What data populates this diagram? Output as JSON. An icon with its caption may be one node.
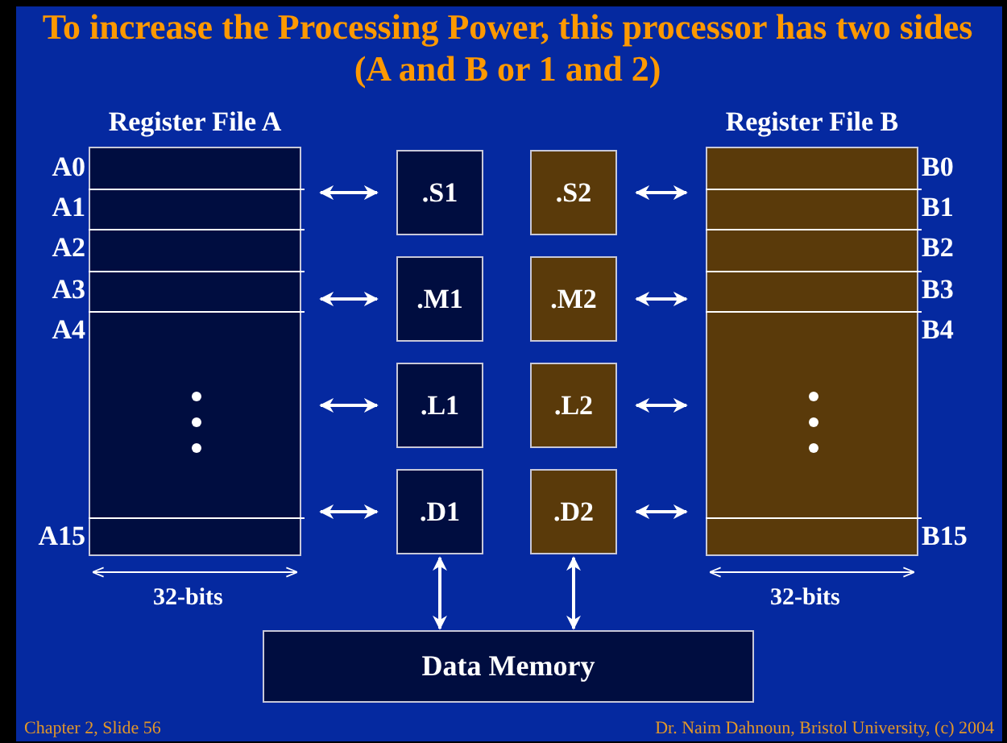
{
  "diagram": {
    "title": "To increase the Processing Power, this processor has two sides (A and B or 1 and 2)",
    "nodes": [
      {
        "text": [
          "Register File A"
        ],
        "beside": [
          "A0",
          "A1",
          "A2",
          "A3",
          "A4",
          "A15"
        ]
      },
      {
        "text": [
          "Register File B"
        ],
        "beside": [
          "B0",
          "B1",
          "B2",
          "B3",
          "B4",
          "B15"
        ]
      },
      {
        "text": [
          ".S1"
        ]
      },
      {
        "text": [
          ".S2"
        ]
      },
      {
        "text": [
          ".M1"
        ]
      },
      {
        "text": [
          ".M2"
        ]
      },
      {
        "text": [
          ".L1"
        ]
      },
      {
        "text": [
          ".L2"
        ]
      },
      {
        "text": [
          ".D1"
        ]
      },
      {
        "text": [
          ".D2"
        ]
      },
      {
        "text": [
          "Data Memory"
        ]
      }
    ],
    "edges": [
      {
        "from": 0,
        "to": 2,
        "arrow": "both"
      },
      {
        "from": 3,
        "to": 1,
        "arrow": "both"
      },
      {
        "from": 0,
        "to": 4,
        "arrow": "both"
      },
      {
        "from": 5,
        "to": 1,
        "arrow": "both"
      },
      {
        "from": 0,
        "to": 6,
        "arrow": "both"
      },
      {
        "from": 7,
        "to": 1,
        "arrow": "both"
      },
      {
        "from": 0,
        "to": 8,
        "arrow": "both"
      },
      {
        "from": 9,
        "to": 1,
        "arrow": "both"
      },
      {
        "from": 8,
        "to": 10,
        "arrow": "both"
      },
      {
        "from": 9,
        "to": 10,
        "arrow": "both"
      }
    ],
    "labels": [
      "32-bits",
      "32-bits",
      "Chapter 2, Slide 56",
      "Dr. Naim Dahnoun, Bristol University, (c) 2004"
    ]
  }
}
